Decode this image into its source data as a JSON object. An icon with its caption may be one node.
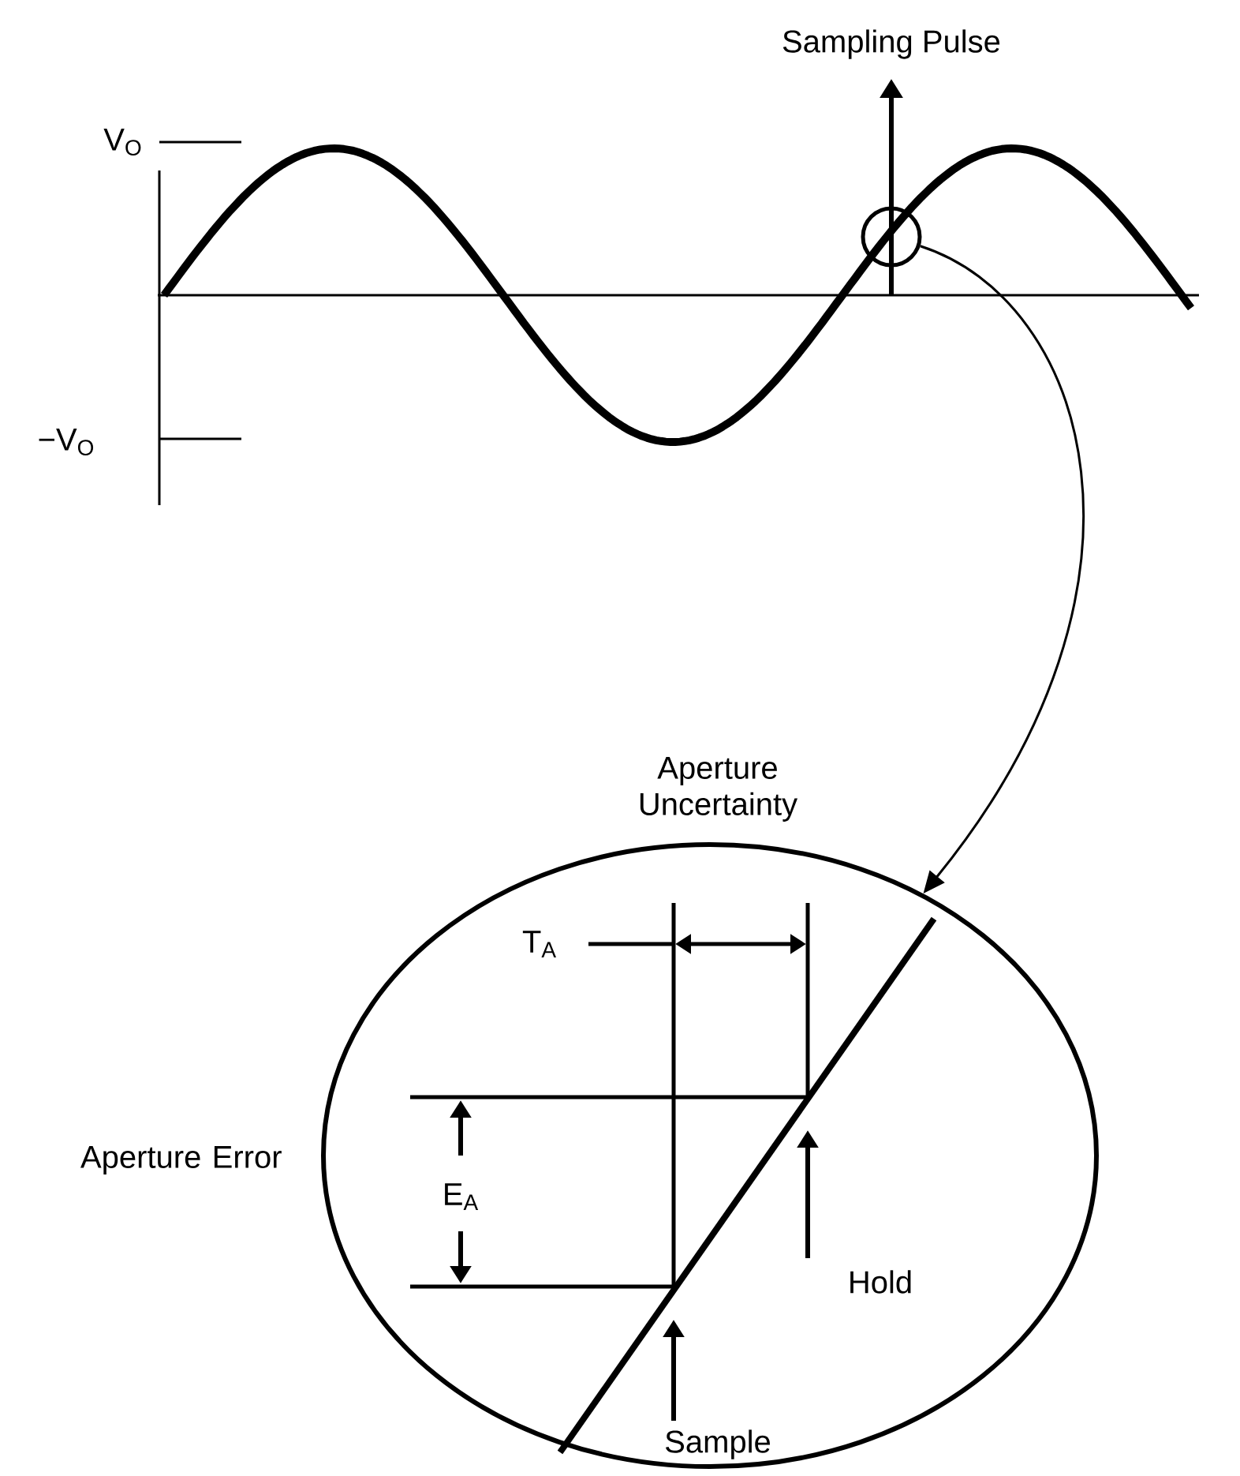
{
  "diagram": {
    "nodes": [
      {
        "text": [],
        "shape": "circle"
      },
      {
        "text": [],
        "shape": "circle"
      }
    ],
    "edges": [
      {
        "from": 0,
        "to": 1,
        "arrow": "to"
      }
    ],
    "labels": [
      "Sampling Pulse",
      "V$_{O}$",
      "−V$_{O}$",
      "Aperture Uncertainty",
      "T$_{A}$",
      "Aperture Error",
      "E$_{A}$",
      "Hold",
      "Sample"
    ]
  }
}
